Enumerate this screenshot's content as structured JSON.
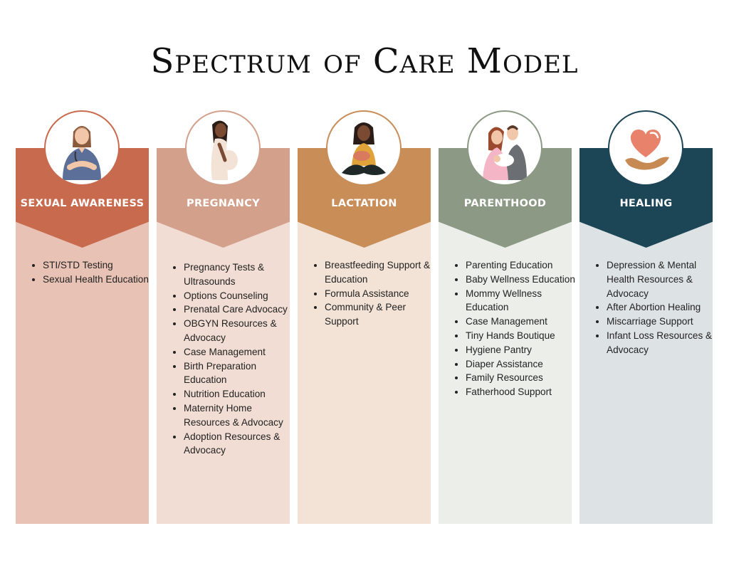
{
  "title": "Spectrum of Care Model",
  "columns": [
    {
      "label": "SEXUAL AWARENESS",
      "icon": "nurse-illustration-icon",
      "colors": {
        "header": "#c86a4e",
        "body": "#e8c2b4"
      },
      "items": [
        "STI/STD Testing",
        "Sexual Health Education"
      ]
    },
    {
      "label": "PREGNANCY",
      "icon": "pregnant-woman-illustration-icon",
      "colors": {
        "header": "#d3a08c",
        "body": "#f1ddd3"
      },
      "items": [
        "Pregnancy Tests & Ultrasounds",
        "Options Counseling",
        "Prenatal Care Advocacy",
        "OBGYN Resources & Advocacy",
        "Case Management",
        "Birth Preparation Education",
        "Nutrition Education",
        "Maternity Home Resources & Advocacy",
        "Adoption Resources & Advocacy"
      ]
    },
    {
      "label": "LACTATION",
      "icon": "breastfeeding-mother-illustration-icon",
      "colors": {
        "header": "#c98d58",
        "body": "#f3e3d6"
      },
      "items": [
        "Breastfeeding Support & Education",
        "Formula Assistance",
        "Community & Peer Support"
      ]
    },
    {
      "label": "PARENTHOOD",
      "icon": "parents-with-baby-illustration-icon",
      "colors": {
        "header": "#8c9a85",
        "body": "#eceeea"
      },
      "items": [
        "Parenting Education",
        "Baby Wellness Education",
        "Mommy Wellness Education",
        "Case Management",
        "Tiny Hands Boutique",
        "Hygiene Pantry",
        "Diaper Assistance",
        "Family Resources",
        "Fatherhood Support"
      ]
    },
    {
      "label": "HEALING",
      "icon": "heart-in-hand-icon",
      "colors": {
        "header": "#1c4556",
        "body": "#dde3e5"
      },
      "items": [
        "Depression & Mental Health Resources & Advocacy",
        "After Abortion Healing",
        "Miscarriage Support",
        "Infant Loss Resources & Advocacy"
      ]
    }
  ]
}
